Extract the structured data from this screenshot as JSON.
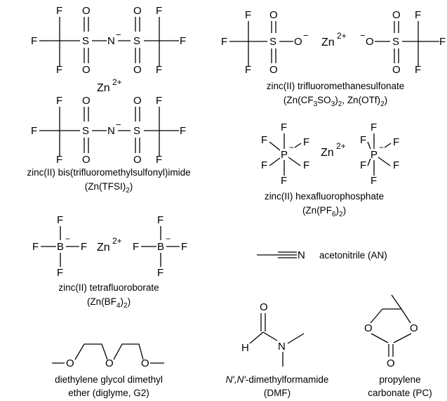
{
  "compounds": [
    {
      "id": "zn-tfsi-structure-1",
      "cation": "Zn",
      "cation_charge": "2+"
    },
    {
      "id": "zn-tfsi",
      "name": "zinc(II) bis(trifluoromethylsulfonyl)imide",
      "formula_pre": "(Zn(TFSI)",
      "formula_sub": "2",
      "formula_post": ")"
    },
    {
      "id": "zn-otf",
      "name": "zinc(II) trifluoromethanesulfonate",
      "formula": "(Zn(CF3SO3)2, Zn(OTf)2)",
      "formula_parts": [
        "(Zn(CF",
        "3",
        "SO",
        "3",
        ")",
        "2",
        ", Zn(OTf)",
        "2",
        ")"
      ],
      "cation": "Zn",
      "cation_charge": "2+"
    },
    {
      "id": "zn-pf6",
      "name": "zinc(II) hexafluorophosphate",
      "formula_parts": [
        "(Zn(PF",
        "6",
        ")",
        "2",
        ")"
      ],
      "cation": "Zn",
      "cation_charge": "2+"
    },
    {
      "id": "zn-bf4",
      "name": "zinc(II) tetrafluoroborate",
      "formula_parts": [
        "(Zn(BF",
        "4",
        ")",
        "2",
        ")"
      ],
      "cation": "Zn",
      "cation_charge": "2+"
    },
    {
      "id": "acetonitrile",
      "name": "acetonitrile (AN)",
      "atom": "N"
    },
    {
      "id": "diglyme",
      "name_line1": "diethylene glycol dimethyl",
      "name_line2": "ether (diglyme, G2)",
      "atom": "O"
    },
    {
      "id": "dmf",
      "name_italic": "N′,N′",
      "name_rest": "-dimethylformamide",
      "abbr": "(DMF)",
      "atoms": [
        "O",
        "H",
        "N"
      ]
    },
    {
      "id": "pc",
      "name_line1": "propylene",
      "name_line2": "carbonate (PC)",
      "atom": "O"
    }
  ],
  "atoms": {
    "F": "F",
    "O": "O",
    "S": "S",
    "N": "N",
    "P": "P",
    "B": "B",
    "minus": "−"
  }
}
